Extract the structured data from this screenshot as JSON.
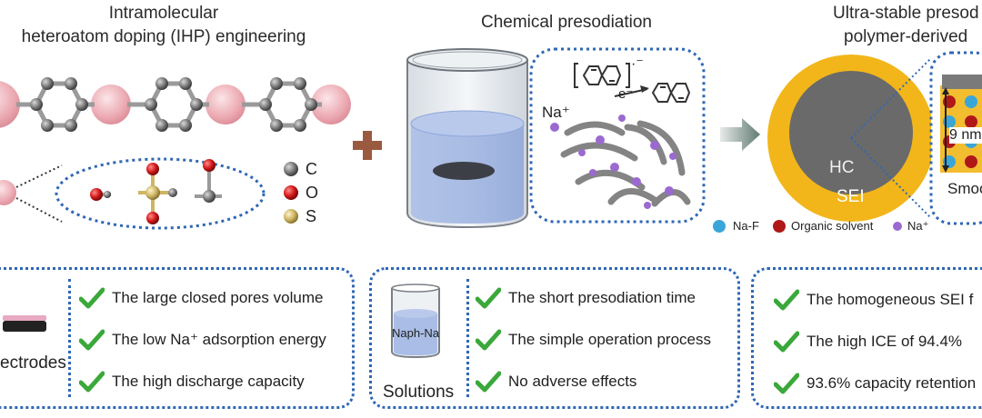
{
  "titles": {
    "ihp_line1": "Intramolecular",
    "ihp_line2": "heteroatom doping (IHP) engineering",
    "chem": "Chemical presodiation",
    "ultra_line1": "Ultra-stable presod",
    "ultra_line2": "polymer-derived"
  },
  "atom_legend": [
    {
      "symbol": "C",
      "color": "#6f6f6f"
    },
    {
      "symbol": "O",
      "color": "#d21818"
    },
    {
      "symbol": "S",
      "color": "#cdb563"
    }
  ],
  "presodiation": {
    "na_label": "Na⁺",
    "electron_label": "e⁻",
    "anion_charge": "·⁻"
  },
  "particle": {
    "core_label": "HC",
    "shell_label": "SEI",
    "thickness_label": "9 nm",
    "smooth_label": "Smoo"
  },
  "bottom_legend": [
    {
      "label": "Na-F",
      "color": "#3aa6d8"
    },
    {
      "label": "Organic solvent",
      "color": "#b01818"
    },
    {
      "label": "Na⁺",
      "color": "#9a6ad0"
    }
  ],
  "panels": {
    "left": {
      "label": "ectrodes",
      "items": [
        "The large closed pores volume",
        "The low Na⁺ adsorption energy",
        "The high discharge capacity"
      ]
    },
    "middle": {
      "beaker_label": "Naph-Na",
      "label": "Solutions",
      "items": [
        "The short presodiation time",
        "The simple operation process",
        "No adverse effects"
      ]
    },
    "right": {
      "items": [
        "The homogeneous SEI f",
        "The high ICE of 94.4%",
        "93.6% capacity retention"
      ]
    }
  },
  "colors": {
    "dotted_border": "#2f67b5",
    "check_green": "#3aa83a",
    "sei_yellow": "#f2b61a",
    "core_gray": "#6a6a6a",
    "plus_brown": "#9a5a40"
  }
}
